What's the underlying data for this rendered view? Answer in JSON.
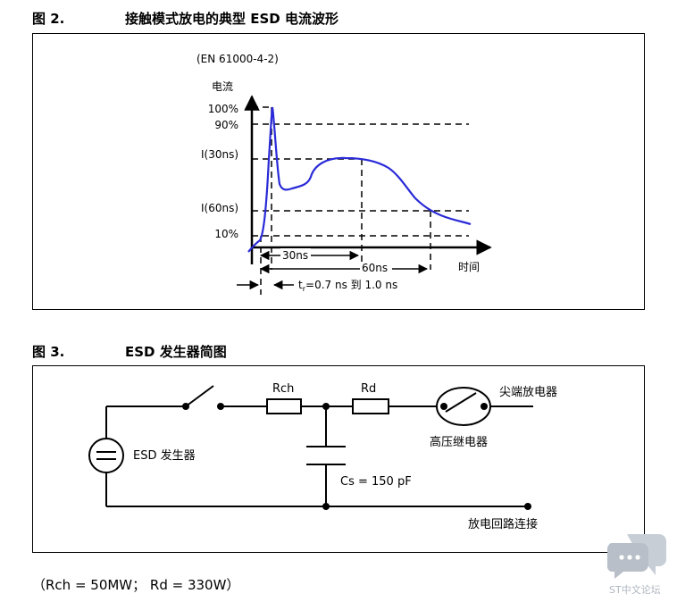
{
  "figure2": {
    "number": "图 2.",
    "title": "接触模式放电的典型 ESD 电流波形",
    "standard": "(EN 61000-4-2)",
    "y_axis": "电流",
    "x_axis": "时间",
    "levels": [
      "100%",
      "90%",
      "I(30ns)",
      "I(60ns)",
      "10%"
    ],
    "marker_30": "30ns",
    "marker_60": "60ns",
    "rise_prefix": "t",
    "rise_sub": "r",
    "rise_text": "=0.7 ns 到 1.0 ns",
    "curve_color": "#2a2ad8"
  },
  "figure3": {
    "number": "图 3.",
    "title": "ESD 发生器简图",
    "generator": "ESD 发生器",
    "rch": "Rch",
    "rd": "Rd",
    "cs": "Cs = 150 pF",
    "tip": "尖端放电器",
    "relay": "高压继电器",
    "return": "放电回路连接"
  },
  "note": "（Rch = 50MW； Rd = 330W）",
  "watermark": {
    "text": "ST中文论坛",
    "color": "#c8ced6"
  }
}
